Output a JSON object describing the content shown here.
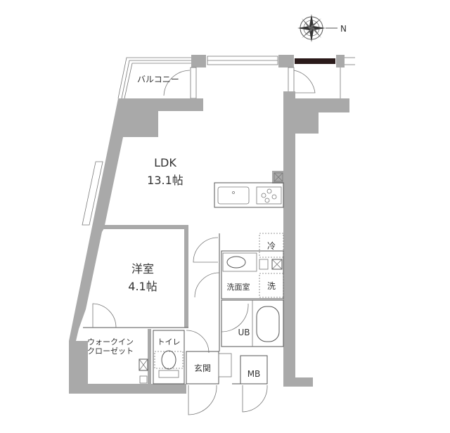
{
  "compass": {
    "north_label": "N"
  },
  "rooms": {
    "balcony": "バルコニー",
    "ldk_name": "LDK",
    "ldk_size": "13.1帖",
    "western_room_name": "洋室",
    "western_room_size": "4.1帖",
    "walk_in_closet_line1": "ウォークイン",
    "walk_in_closet_line2": "クローゼット",
    "toilet": "トイレ",
    "entrance": "玄関",
    "washroom": "洗面室",
    "washer": "洗",
    "fridge": "冷",
    "unit_bath": "UB",
    "meter_box": "MB"
  },
  "colors": {
    "wall": "#a9a9a9",
    "line": "#555555",
    "dark_window": "#2a1a1a"
  }
}
